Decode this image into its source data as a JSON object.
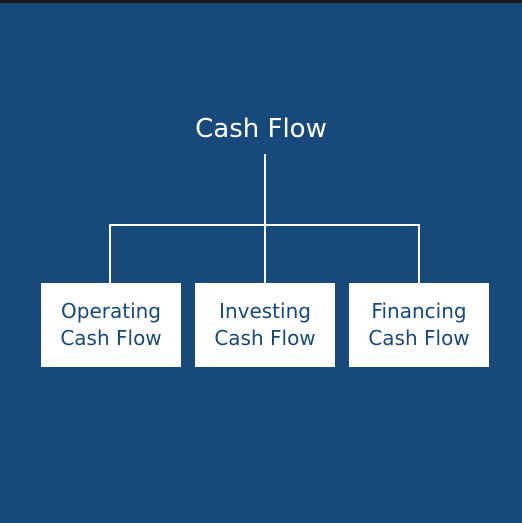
{
  "diagram": {
    "root": {
      "label": "Cash Flow"
    },
    "children": [
      {
        "line1": "Operating",
        "line2": "Cash Flow"
      },
      {
        "line1": "Investing",
        "line2": "Cash Flow"
      },
      {
        "line1": "Financing",
        "line2": "Cash Flow"
      }
    ]
  },
  "colors": {
    "background": "#17497a",
    "node_fill": "#ffffff",
    "node_text": "#17497a",
    "connector": "#ffffff"
  }
}
